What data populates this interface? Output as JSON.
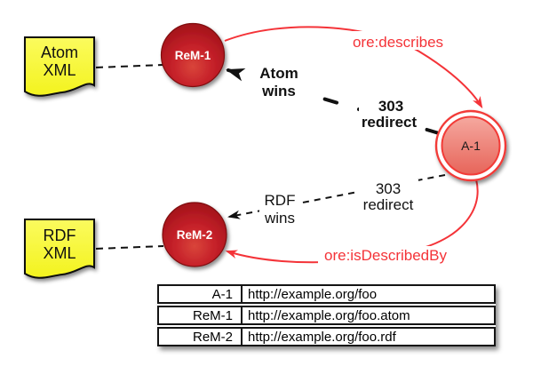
{
  "diagram": {
    "documents": {
      "atom": {
        "line1": "Atom",
        "line2": "XML"
      },
      "rdf": {
        "line1": "RDF",
        "line2": "XML"
      }
    },
    "nodes": {
      "rem1": {
        "label": "ReM-1"
      },
      "rem2": {
        "label": "ReM-2"
      },
      "a1": {
        "label": "A-1"
      }
    },
    "edges": {
      "describes": {
        "label": "ore:describes"
      },
      "is_described_by": {
        "label": "ore:isDescribedBy"
      },
      "atom_wins": {
        "line1": "Atom",
        "line2": "wins"
      },
      "redirect_top": {
        "line1": "303",
        "line2": "redirect"
      },
      "rdf_wins": {
        "line1": "RDF",
        "line2": "wins"
      },
      "redirect_bottom": {
        "line1": "303",
        "line2": "redirect"
      }
    },
    "colors": {
      "edge_red": "#f43338",
      "node_dark_red": "#c6222a",
      "aggregation_fill": "#ee837c",
      "document_yellow": "#f9f93d"
    }
  },
  "table": {
    "rows": [
      {
        "name": "A-1",
        "url": "http://example.org/foo"
      },
      {
        "name": "ReM-1",
        "url": "http://example.org/foo.atom"
      },
      {
        "name": "ReM-2",
        "url": "http://example.org/foo.rdf"
      }
    ]
  }
}
